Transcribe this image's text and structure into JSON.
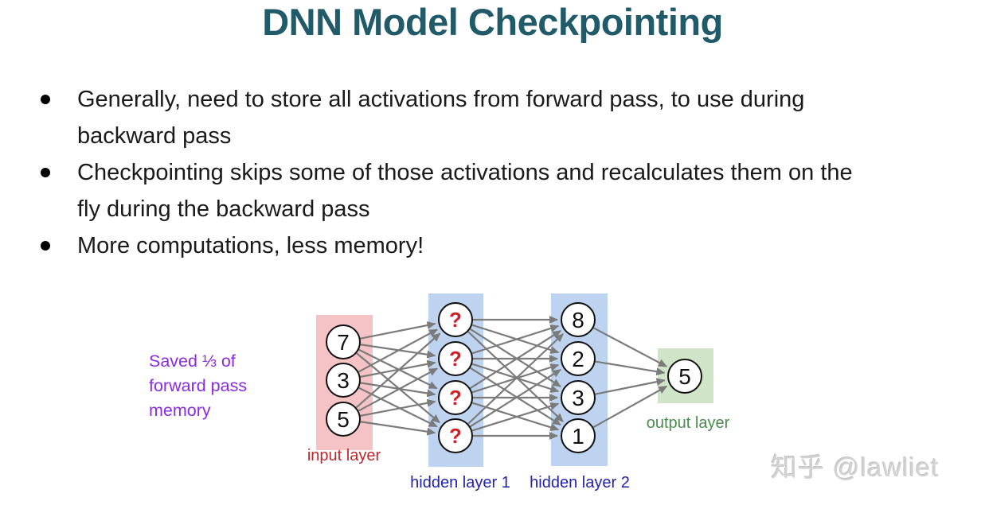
{
  "title": "DNN Model Checkpointing",
  "bullets": [
    {
      "lines": [
        "Generally, need to store all activations from forward pass, to use during",
        "backward pass"
      ]
    },
    {
      "lines": [
        "Checkpointing skips some of those activations and recalculates them on the",
        "fly during the backward pass"
      ]
    },
    {
      "lines": [
        "More computations, less memory!"
      ]
    }
  ],
  "diagram": {
    "annotation_lines": [
      "Saved ⅓ of",
      "forward pass",
      "memory"
    ],
    "annotation_color": "#8a2be2",
    "arrow_color": "#7b7b7b",
    "node_fill": "#ffffff",
    "node_border_color": "#111111",
    "layers": [
      {
        "name": "input",
        "label": "input layer",
        "label_color": "#c0272d",
        "bg_color": "#f5c3c6",
        "nodes": [
          "7",
          "3",
          "5"
        ],
        "node_text_color": "#111111"
      },
      {
        "name": "hidden1",
        "label": "hidden layer 1",
        "label_color": "#2222aa",
        "bg_color": "#bdd3f0",
        "nodes": [
          "?",
          "?",
          "?",
          "?"
        ],
        "node_text_color": "#d02027"
      },
      {
        "name": "hidden2",
        "label": "hidden layer 2",
        "label_color": "#2222aa",
        "bg_color": "#bdd3f0",
        "nodes": [
          "8",
          "2",
          "3",
          "1"
        ],
        "node_text_color": "#111111"
      },
      {
        "name": "output",
        "label": "output layer",
        "label_color": "#4a8c4e",
        "bg_color": "#d0e5c8",
        "nodes": [
          "5"
        ],
        "node_text_color": "#111111"
      }
    ]
  },
  "watermark": "知乎 @lawliet",
  "colors": {
    "title": "#215a68",
    "body_text": "#1a1a1a"
  }
}
